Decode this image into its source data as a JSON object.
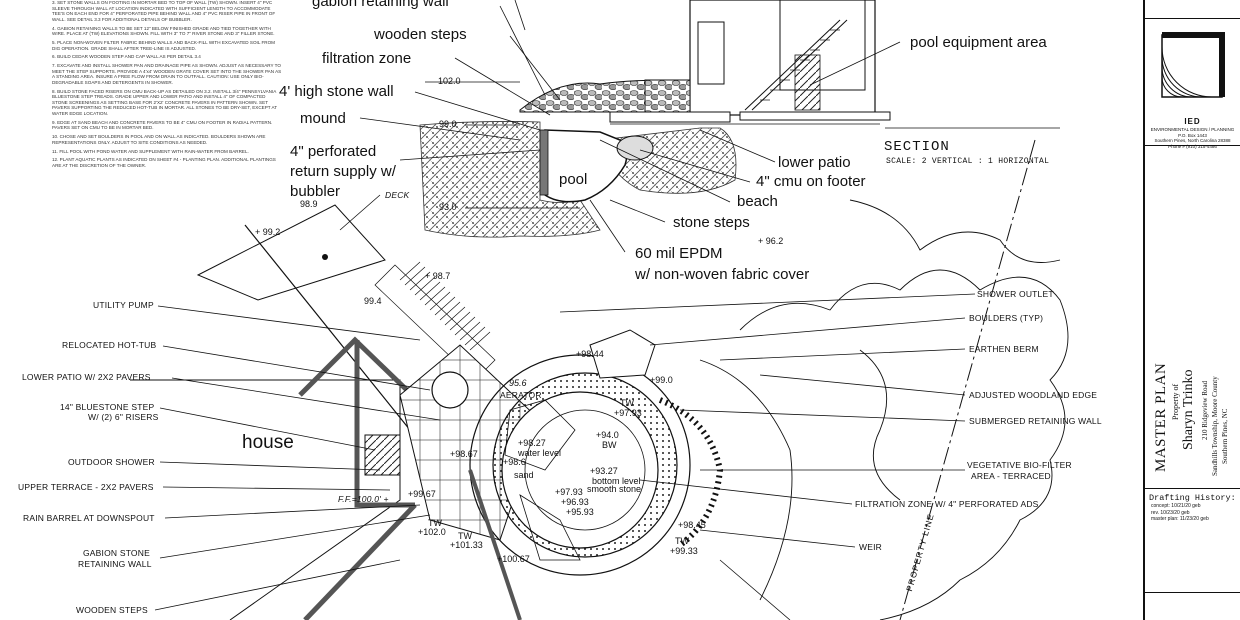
{
  "section": {
    "labels": {
      "gabion_wall": "gabion retaining wall",
      "wooden_steps": "wooden steps",
      "filtration_zone": "filtration zone",
      "stone_wall": "4' high stone wall",
      "mound": "mound",
      "perforated_1": "4\" perforated",
      "perforated_2": "return supply w/",
      "perforated_3": "bubbler",
      "pool": "pool",
      "pool_equipment": "pool equipment area",
      "lower_patio": "lower patio",
      "cmu_footer": "4\" cmu on footer",
      "beach": "beach",
      "stone_steps": "stone steps",
      "epdm_1": "60 mil EPDM",
      "epdm_2": "w/ non-woven fabric cover"
    },
    "elevations": {
      "e102": "102.0",
      "e99": "99.0",
      "e93": "93.0"
    },
    "title": "SECTION",
    "scale": "SCALE: 2 VERTICAL : 1 HORIZONTAL"
  },
  "notes": [
    "3. SET STONE WALLS ON FOOTING IN MORTAR BED TO TOP OF WALL (TW) SHOWN. INSERT 4\" PVC SLEEVE THROUGH WALL AT LOCATION INDICATED WITH SUFFICIENT LENGTH TO ACCOMMODATE TEE'S ON EACH END FOR 4\" PERFORATED PIPE BEHIND WALL AND 4\" PVC RISER PIPE IN FRONT OF WALL. SEE DETAIL 3.3 FOR ADDITIONAL DETAILS OF BUBBLER.",
    "4. GABION RETAINING WALLS TO BE SET 12\" BELOW FINISHED GRADE AND TIED TOGETHER WITH WIRE. PLACE AT (TW) ELEVATIONS SHOWN. FILL WITH 3\" TO 7\" RIVER STONE AND 3\" FILLER STONE.",
    "5. PLACE NON-WOVEN FILTER FABRIC BEHIND WALLS AND BACK-FILL WITH EXCAVATED SOIL FROM DIG OPERATION. GRADE SHALL AFTER TREE-LINE IS ADJUSTED.",
    "6. BUILD CEDAR WOODEN STEP AND CAP WALL AS PER DETAIL 3.4",
    "7. EXCAVATE AND INSTALL SHOWER PAN AND DRAINAGE PIPE AS SHOWN. ADJUST AS NECESSARY TO MEET THE STEP SUPPORTS. PROVIDE A 4'x4' WOODEN GRATE COVER SET INTO THE SHOWER PAN AS A STANDING AREA. INSURE A FREE FLOW FROM DRAIN TO OUTFALL. CAUTION: USE ONLY BIO-DEGRADABLE SOAPS AND DETERGENTS IN SHOWER.",
    "8. BUILD STONE FACED RISERS ON CMU BACK-UP AS DETAILED ON 3.2. INSTALL 3/4\" PENNSYLVANIA BLUESTONE STEP TREADS. GRADE UPPER AND LOWER PATIO AND INSTALL 4\" OF COMPACTED STONE SCREENINGS AS SETTING BASE FOR 2'X2' CONCRETE PAVERS IN PATTERN SHOWN. SET PAVERS SUPPORTING THE REDUCED HOT-TUB IN MORTAR. ALL STONES TO BE DRY-SET, EXCEPT AT WATER EDGE LOCATION.",
    "9. EDGE AT SAND BEACH AND CONCRETE PAVERS TO BE 4\" CMU ON FOOTER IN RADIAL PATTERN. PAVERS SET ON CMU TO BE IN MORTAR BED.",
    "10. CHOSE AND SET BOULDERS IN POOL AND ON WALL AS INDICATED. BOULDERS SHOWN ARE REPRESENTATIONS ONLY. ADJUST TO SITE CONDITIONS AS NEEDED.",
    "11. FILL POOL WITH POND WATER AND SUPPLEMENT WITH RAIN-WATER FROM BARREL.",
    "12. PLANT AQUATIC PLANTS AS INDICATED ON SHEET #4 - PLANTING PLAN. ADDITIONAL PLANTINGS ARE AT THE DISCRETION OF THE OWNER."
  ],
  "plan": {
    "left_labels": {
      "utility_pump": "UTILITY PUMP",
      "relocated_hot_tub": "RELOCATED HOT-TUB",
      "lower_patio": "LOWER PATIO W/ 2X2 PAVERS",
      "bluestone_1": "14\" BLUESTONE STEP",
      "bluestone_2": "W/ (2) 6\" RISERS",
      "outdoor_shower": "OUTDOOR SHOWER",
      "upper_terrace": "UPPER TERRACE - 2X2 PAVERS",
      "rain_barrel": "RAIN BARREL AT DOWNSPOUT",
      "gabion_1": "GABION STONE",
      "gabion_2": "RETAINING WALL",
      "wooden_steps": "WOODEN STEPS"
    },
    "right_labels": {
      "shower_outlet": "SHOWER OUTLET",
      "boulders": "BOULDERS (TYP)",
      "earthen_berm": "EARTHEN BERM",
      "woodland_edge": "ADJUSTED WOODLAND EDGE",
      "submerged_wall": "SUBMERGED RETAINING WALL",
      "biofilter_1": "VEGETATIVE BIO-FILTER",
      "biofilter_2": "AREA - TERRACED",
      "filtration_ads": "FILTRATION ZONE W/ 4\" PERFORATED ADS",
      "weir": "WEIR"
    },
    "house": "house",
    "deck": "DECK",
    "aerator": "AERATOR",
    "ff": "F.F.=100.0' +",
    "property_line": "PROPERTY LINE",
    "spots": {
      "s989": "98.9",
      "s992": "+ 99.2",
      "s987": "+ 98.7",
      "s994": "99.4",
      "s962": "+ 96.2",
      "s9844": "+98.44",
      "s990": "+99.0",
      "tw1": "TW",
      "s9793": "+97.93",
      "s956": "95.6",
      "s9827": "+98.27",
      "water_level": "water level",
      "s940": "+94.0",
      "bw": "BW",
      "s9867": "+98.67",
      "s986": "+98.6",
      "sand": "sand",
      "s9327": "+93.27",
      "bottom_level": "bottom level",
      "smooth_stone": "smooth stone",
      "s9793b": "+97.93",
      "s9693": "+96.93",
      "s9593": "+95.93",
      "s9967": "+99.67",
      "tw2": "TW",
      "s1020": "+102.0",
      "tw3": "TW",
      "s10133": "+101.33",
      "s10067": "+100.67",
      "s9845": "+98.45",
      "tw4": "TW",
      "s9933": "+99.33"
    }
  },
  "title_block": {
    "firm": "IED",
    "firm_sub": "ENVIRONMENTAL DESIGN / PLANNING",
    "firm_addr_1": "P.O. Box 1443",
    "firm_addr_2": "Southern Pines, North Carolina 28388",
    "firm_phone": "Phone # (910) 315-4486",
    "project": "MASTER PLAN",
    "property_of": "Property of",
    "owner": "Sharyn Trinko",
    "address": "210 Ridgeview Road",
    "township": "Sandhills Township, Moore County",
    "city": "Southern Pines, NC",
    "history_title": "Drafting History:",
    "history": [
      "concept: 10/21/20 geb",
      "rev. 10/23/20 geb",
      "master plan: 11/23/20 geb"
    ]
  }
}
